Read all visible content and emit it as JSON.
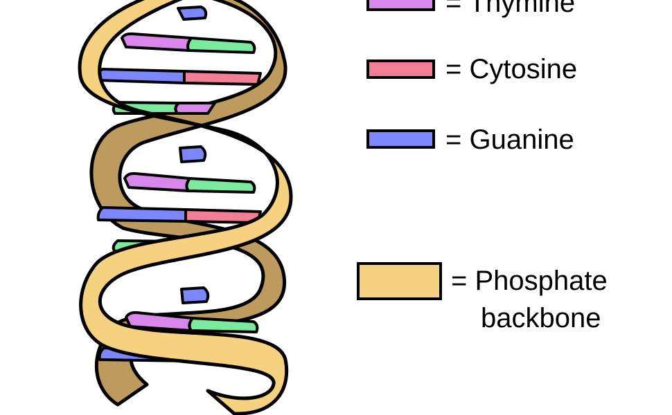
{
  "colors": {
    "thymine": "#d987ec",
    "cytosine": "#f37f97",
    "guanine": "#7b86ff",
    "adenine": "#79ea9e",
    "backbone_front": "#f6d180",
    "backbone_back": "#bd9b5e",
    "outline": "#000000"
  },
  "legend": {
    "thymine": "= Thymine",
    "cytosine": "= Cytosine",
    "guanine": "= Guanine",
    "phosphate_line1": "= Phosphate",
    "phosphate_line2": "backbone"
  }
}
